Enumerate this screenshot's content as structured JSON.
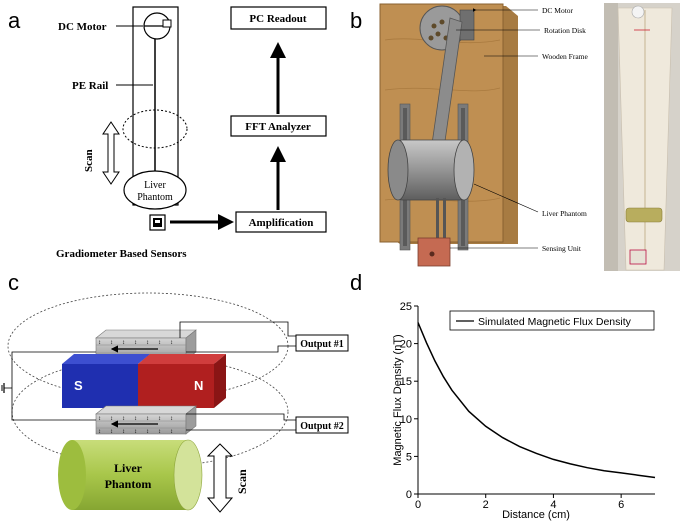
{
  "panels": {
    "a": {
      "letter": "a",
      "labels": {
        "dc_motor": "DC Motor",
        "pe_rail": "PE Rail",
        "scan": "Scan",
        "liver_phantom_line1": "Liver",
        "liver_phantom_line2": "Phantom",
        "gradiometer": "Gradiometer Based Sensors",
        "pc_readout": "PC Readout",
        "fft_analyzer": "FFT Analyzer",
        "amplification": "Amplification"
      }
    },
    "b": {
      "letter": "b",
      "labels": {
        "dc_motor": "DC Motor",
        "rotation_disk": "Rotation Disk",
        "wooden_frame": "Wooden Frame",
        "liver_phantom": "Liver Phantom",
        "sensing_unit": "Sensing Unit"
      }
    },
    "c": {
      "letter": "c",
      "labels": {
        "output1": "Output #1",
        "output2": "Output #2",
        "magnet_s": "S",
        "magnet_n": "N",
        "liver_phantom_line1": "Liver",
        "liver_phantom_line2": "Phantom",
        "scan": "Scan"
      }
    },
    "d": {
      "letter": "d"
    }
  },
  "chart_data": {
    "type": "line",
    "xlabel": "Distance (cm)",
    "ylabel": "Magnetic Flux Density (nT)",
    "xlim": [
      0,
      7
    ],
    "ylim": [
      0,
      25
    ],
    "xticks": [
      0,
      2,
      4,
      6
    ],
    "yticks": [
      0,
      5,
      10,
      15,
      20,
      25
    ],
    "xtick_labels": [
      "0",
      "2",
      "4",
      "6"
    ],
    "ytick_labels": [
      "0",
      "5",
      "10",
      "15",
      "20",
      "25"
    ],
    "legend_position": "top-right",
    "grid": false,
    "series": [
      {
        "name": "Simulated Magnetic Flux Density",
        "color": "#000000",
        "x": [
          0,
          0.25,
          0.5,
          0.75,
          1.0,
          1.5,
          2.0,
          2.5,
          3.0,
          3.5,
          4.0,
          4.5,
          5.0,
          5.5,
          6.0,
          6.5,
          7.0
        ],
        "y": [
          22.8,
          20.1,
          17.7,
          15.6,
          13.8,
          11.0,
          9.0,
          7.5,
          6.3,
          5.4,
          4.6,
          4.0,
          3.5,
          3.1,
          2.8,
          2.5,
          2.2
        ]
      }
    ]
  },
  "colors": {
    "magnet_south": "#1f2fb0",
    "magnet_north": "#b01f1f",
    "liver_green": "#a9c94d",
    "wood": "#b98a4e",
    "steel": "#8a8a8a"
  }
}
